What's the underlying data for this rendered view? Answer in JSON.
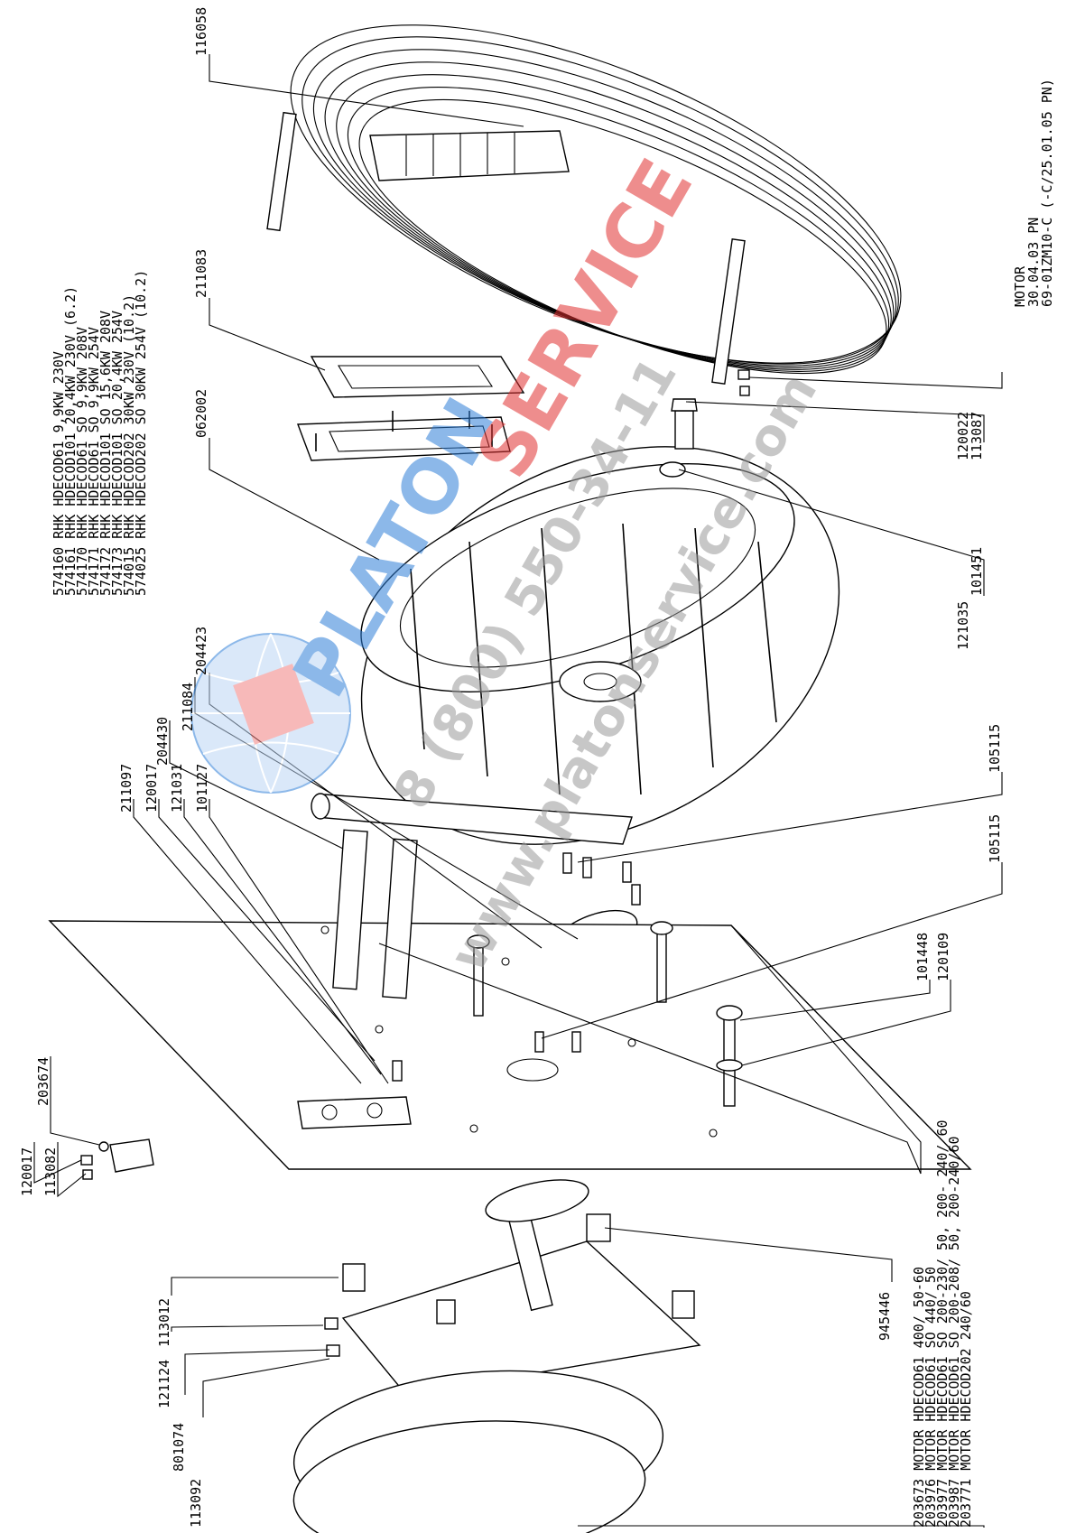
{
  "drawing": {
    "title_block": {
      "line1": "MOTOR",
      "line2": "30.04.03 PN",
      "line3": "69-01ZM10-C (-C/25.01.05 PN)"
    },
    "heater_table": [
      "574160 RHK HDECOD61 9,9KW 230V",
      "574161 RHK HDECOD101 20,4KW 230V    (6.2)",
      "574170 RHK HDECOD61 SO 9,9KW 208V",
      "574171 RHK HDECOD61 SO 9,9KW 254V",
      "574172 RHK HDECOD101 SO 15,6KW 208V",
      "574173 RHK HDECOD101 SO 20,4KW 254V",
      "574015 RHK HDECOD202 30KW 230V      (10.2)",
      "574025 RHK HDECOD202 SO 30KW 254V   (10.2)"
    ],
    "motor_table": [
      "203673 MOTOR HDECOD61 400/ 50-60",
      "203976 MOTOR HDECOD61 SO 440/ 50",
      "203977 MOTOR HDECOD61 SO 200-230/ 50, 200- 240/ 60",
      "203987 MOTOR HDECOD61 SO 200-208/ 50, 200-240/60",
      "203771 MOTOR HDECOD202 240/60"
    ],
    "part_labels": {
      "p116058": "116058",
      "p211083": "211083",
      "p062002": "062002",
      "p204423": "204423",
      "p211084": "211084",
      "p204430": "204430",
      "p211097": "211097",
      "p120017a": "120017",
      "p121031": "121031",
      "p101127": "101127",
      "p203674": "203674",
      "p120017b": "120017",
      "p113082": "113082",
      "p113012": "113012",
      "p121124": "121124",
      "p801074": "801074",
      "p113092": "113092",
      "p945446": "945446",
      "p105115a": "105115",
      "p105115b": "105115",
      "p101448": "101448",
      "p120109": "120109",
      "p121035": "121035",
      "p101451": "101451",
      "p120022": "120022",
      "p113087": "113087"
    }
  },
  "watermark": {
    "brand_blue": "PLATON",
    "brand_red": "SERVICE",
    "phone": "8 (800) 550-34-11",
    "site": "www.platonservice.com",
    "blue": "#2f7fd8",
    "red": "#e03030"
  }
}
